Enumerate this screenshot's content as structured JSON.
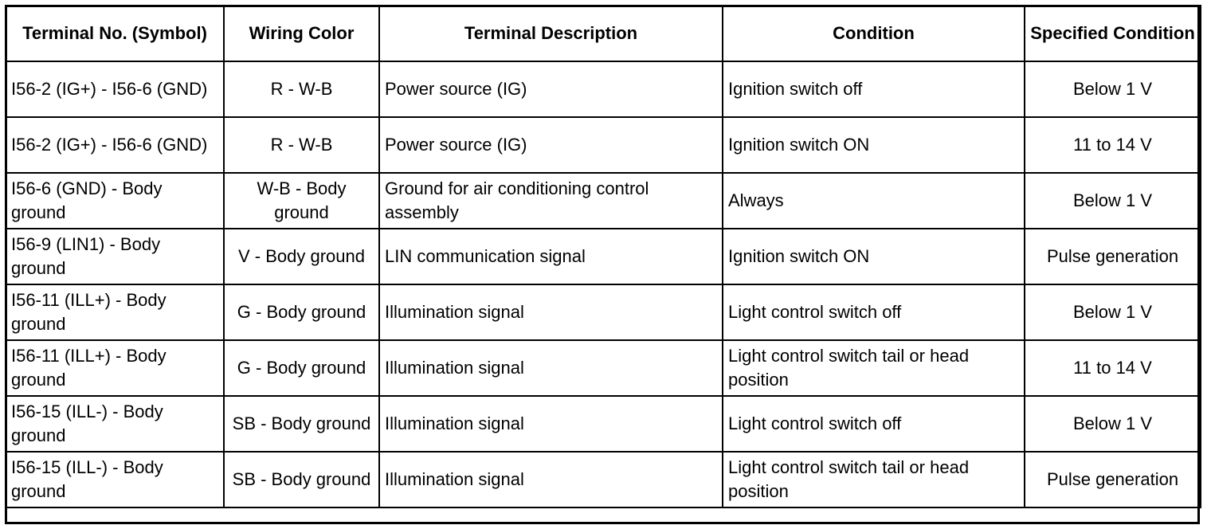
{
  "headers": [
    "Terminal No. (Symbol)",
    "Wiring Color",
    "Terminal Description",
    "Condition",
    "Specified Condition"
  ],
  "rows": [
    [
      "I56-2 (IG+) - I56-6 (GND)",
      "R - W-B",
      "Power source (IG)",
      "Ignition switch off",
      "Below 1 V"
    ],
    [
      "I56-2 (IG+) - I56-6 (GND)",
      "R - W-B",
      "Power source (IG)",
      "Ignition switch ON",
      "11 to 14 V"
    ],
    [
      "I56-6 (GND) - Body ground",
      "W-B - Body ground",
      "Ground for air conditioning control assembly",
      "Always",
      "Below 1 V"
    ],
    [
      "I56-9 (LIN1) - Body ground",
      "V - Body ground",
      "LIN communication signal",
      "Ignition switch ON",
      "Pulse generation"
    ],
    [
      "I56-11 (ILL+) - Body ground",
      "G - Body ground",
      "Illumination signal",
      "Light control switch off",
      "Below 1 V"
    ],
    [
      "I56-11 (ILL+) - Body ground",
      "G - Body ground",
      "Illumination signal",
      "Light control switch tail or head position",
      "11 to 14 V"
    ],
    [
      "I56-15 (ILL-) - Body ground",
      "SB - Body ground",
      "Illumination signal",
      "Light control switch off",
      "Below 1 V"
    ],
    [
      "I56-15 (ILL-) - Body ground",
      "SB - Body ground",
      "Illumination signal",
      "Light control switch tail or head position",
      "Pulse generation"
    ]
  ]
}
